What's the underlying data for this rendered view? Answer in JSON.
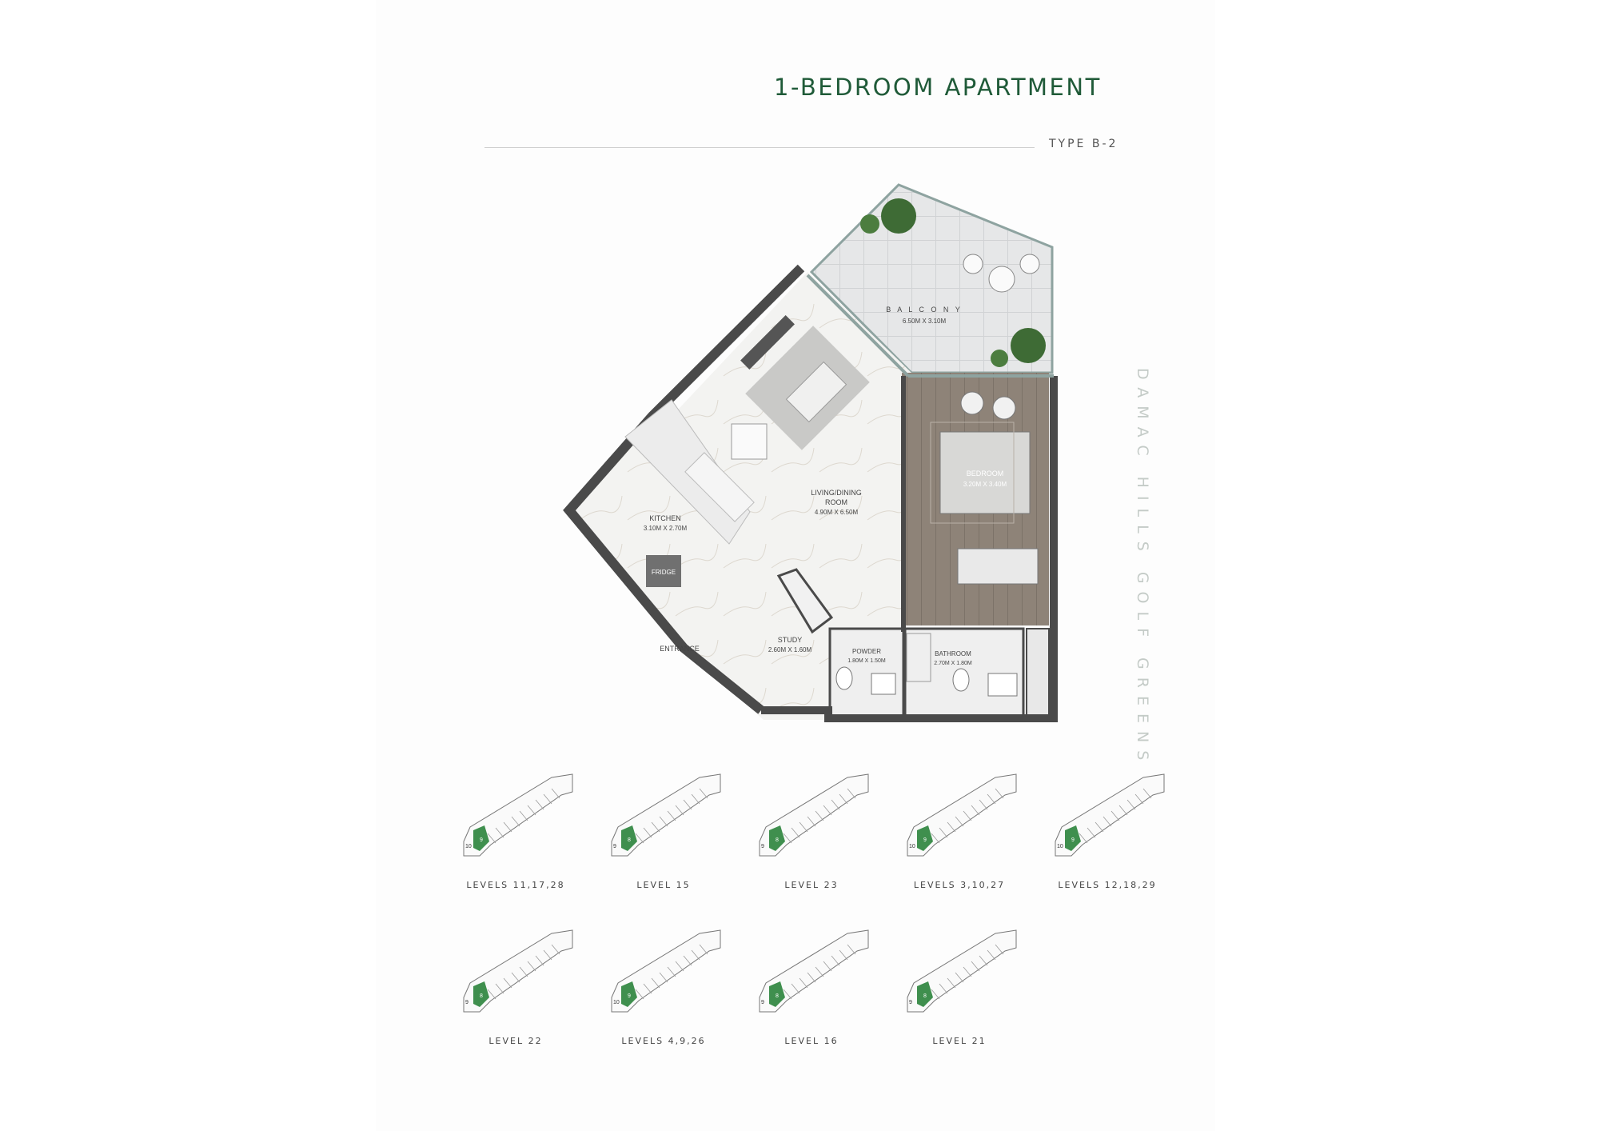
{
  "header": {
    "title": "1-BEDROOM APARTMENT",
    "type": "TYPE B-2",
    "vertical_text": "DAMAC HILLS GOLF GREENS"
  },
  "rooms": {
    "balcony": {
      "name": "B A L C O N Y",
      "size": "6.50M X 3.10M"
    },
    "bedroom": {
      "name": "BEDROOM",
      "size": "3.20M X 3.40M"
    },
    "living": {
      "name": "LIVING/DINING",
      "name2": "ROOM",
      "size": "4.90M X 6.50M"
    },
    "kitchen": {
      "name": "KITCHEN",
      "size": "3.10M X 2.70M"
    },
    "fridge": "FRIDGE",
    "study": {
      "name": "STUDY",
      "size": "2.60M X 1.60M"
    },
    "entrance": "ENTRANCE",
    "powder": {
      "name": "POWDER",
      "size": "1.80M X 1.50M"
    },
    "bathroom": {
      "name": "BATHROOM",
      "size": "2.70M X 1.80M"
    }
  },
  "key_plans": [
    {
      "label": "LEVELS 11,17,28",
      "left_unit": "10",
      "highlight_unit": "9"
    },
    {
      "label": "LEVEL 15",
      "left_unit": "9",
      "highlight_unit": "8"
    },
    {
      "label": "LEVEL 23",
      "left_unit": "9",
      "highlight_unit": "8"
    },
    {
      "label": "LEVELS 3,10,27",
      "left_unit": "10",
      "highlight_unit": "9"
    },
    {
      "label": "LEVELS 12,18,29",
      "left_unit": "10",
      "highlight_unit": "9"
    },
    {
      "label": "LEVEL 22",
      "left_unit": "9",
      "highlight_unit": "8"
    },
    {
      "label": "LEVELS 4,9,26",
      "left_unit": "10",
      "highlight_unit": "9"
    },
    {
      "label": "LEVEL 16",
      "left_unit": "9",
      "highlight_unit": "8"
    },
    {
      "label": "LEVEL 21",
      "left_unit": "9",
      "highlight_unit": "8"
    }
  ],
  "colors": {
    "brand_green": "#1f5a38",
    "wall": "#4a4a4a",
    "highlight": "#3f8f4e",
    "bedroom_floor": "#a59a8f"
  }
}
